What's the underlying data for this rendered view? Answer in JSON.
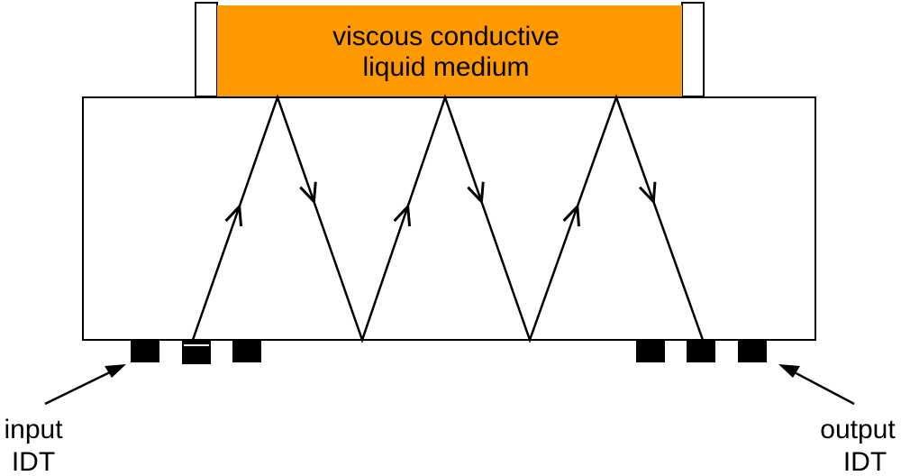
{
  "colors": {
    "liquid": "#FF9900",
    "stroke": "#000000",
    "substrate": "#FFFFFF"
  },
  "liquid": {
    "line1": "viscous conductive",
    "line2": "liquid medium"
  },
  "input_idt": {
    "line1": "input",
    "line2": "IDT"
  },
  "output_idt": {
    "line1": "output",
    "line2": "IDT"
  }
}
